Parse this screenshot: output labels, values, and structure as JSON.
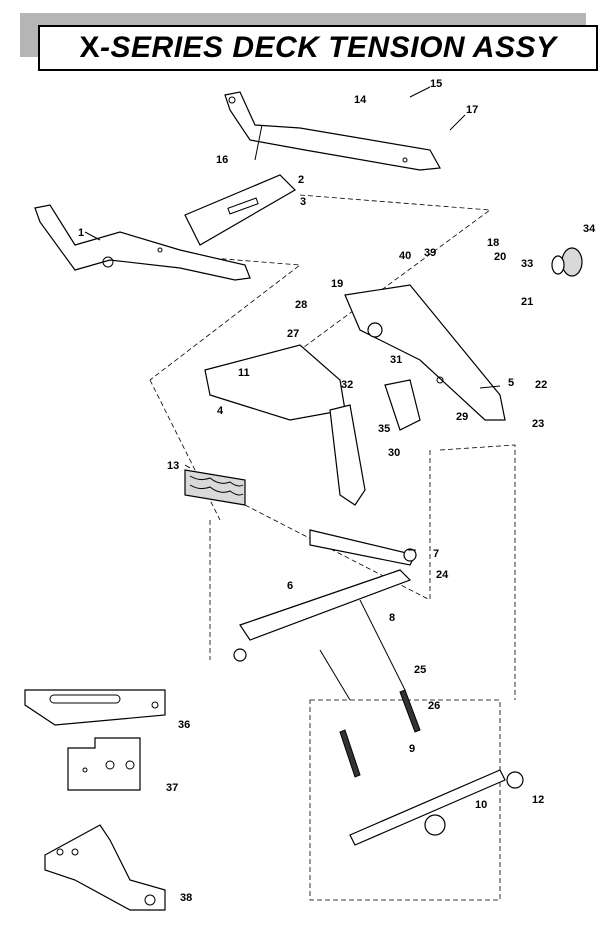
{
  "title": {
    "prefix": "X",
    "main": "-SERIES DECK TENSION ASSY"
  },
  "callouts": [
    "1",
    "2",
    "3",
    "4",
    "5",
    "6",
    "7",
    "8",
    "9",
    "10",
    "11",
    "12",
    "13",
    "14",
    "15",
    "16",
    "17",
    "18",
    "19",
    "20",
    "21",
    "22",
    "23",
    "24",
    "25",
    "26",
    "27",
    "28",
    "29",
    "30",
    "31",
    "32",
    "33",
    "34",
    "35",
    "36",
    "37",
    "38",
    "39",
    "40"
  ]
}
